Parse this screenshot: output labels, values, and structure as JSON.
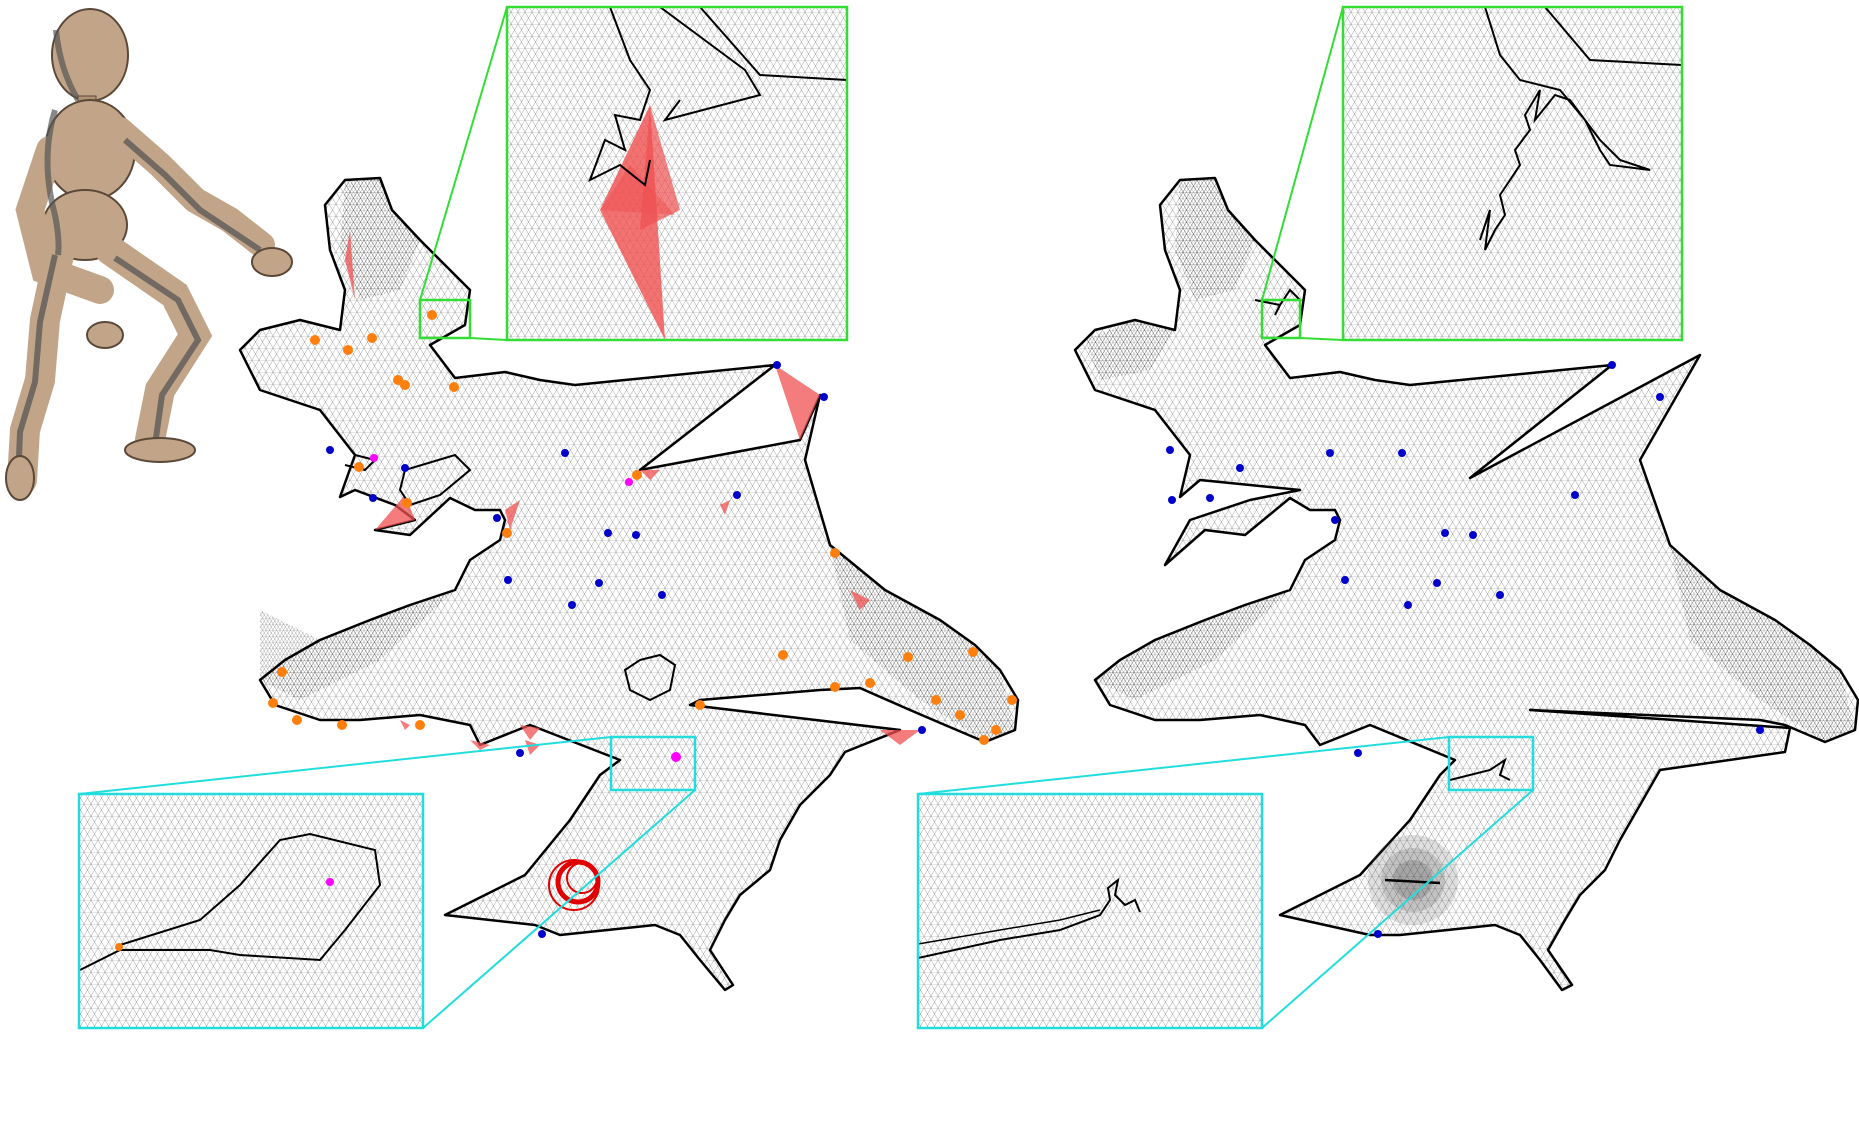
{
  "colors": {
    "background": "#ffffff",
    "mesh_line": "#000000",
    "boundary": "#000000",
    "flipped_triangle": "#f05050",
    "cone_vertex": "#0000cc",
    "cut_vertex": "#ff7f0e",
    "singular_vertex": "#ff00ff",
    "inset_top": "#33dd33",
    "inset_bottom": "#22dddd",
    "mannequin_skin": "#c2a588",
    "mannequin_shadow": "#8a7058",
    "seam": "#555555"
  },
  "icons": {
    "model": "wooden-mannequin-3d-model",
    "left_param": "flattened-mesh-with-flipped-triangles",
    "right_param": "flattened-mesh-without-flips"
  },
  "panels": [
    {
      "id": "left",
      "has_flips": true,
      "cone_vertex_count": 17,
      "cut_vertex_count": 28
    },
    {
      "id": "right",
      "has_flips": false,
      "cone_vertex_count": 19,
      "cut_vertex_count": 0
    }
  ]
}
